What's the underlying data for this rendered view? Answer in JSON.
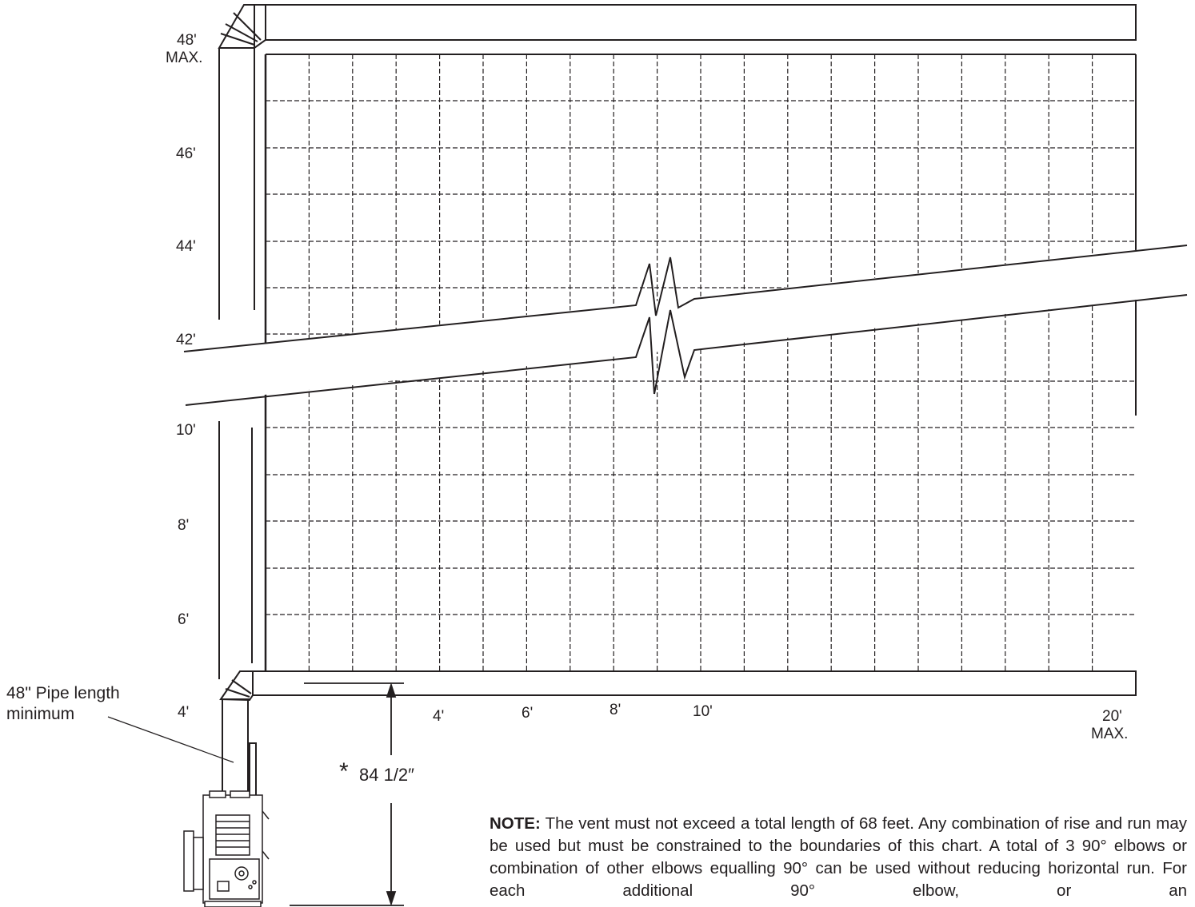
{
  "y_labels": [
    {
      "text": "48'",
      "sub": "MAX."
    },
    {
      "text": "46'"
    },
    {
      "text": "44'"
    },
    {
      "text": "42'"
    },
    {
      "text": "10'"
    },
    {
      "text": "8'"
    },
    {
      "text": "6'"
    },
    {
      "text": "4'"
    }
  ],
  "x_labels": [
    {
      "text": "4'"
    },
    {
      "text": "6'"
    },
    {
      "text": "8'"
    },
    {
      "text": "10'"
    },
    {
      "text": "20'",
      "sub": "MAX."
    }
  ],
  "pipe_label": "48\" Pipe length minimum",
  "dimension": {
    "star": "*",
    "value": "84 1/2″"
  },
  "note": {
    "heading": "NOTE:",
    "text": "The vent must not exceed a total length of 68 feet. Any combination of rise and run may be used but must be constrained to the boundaries of this chart. A total of 3 90° elbows or combination of other elbows equalling 90° can be used without reducing horizontal run. For each additional 90° elbow, or an"
  },
  "colors": {
    "line": "#231f20",
    "background": "#ffffff"
  }
}
